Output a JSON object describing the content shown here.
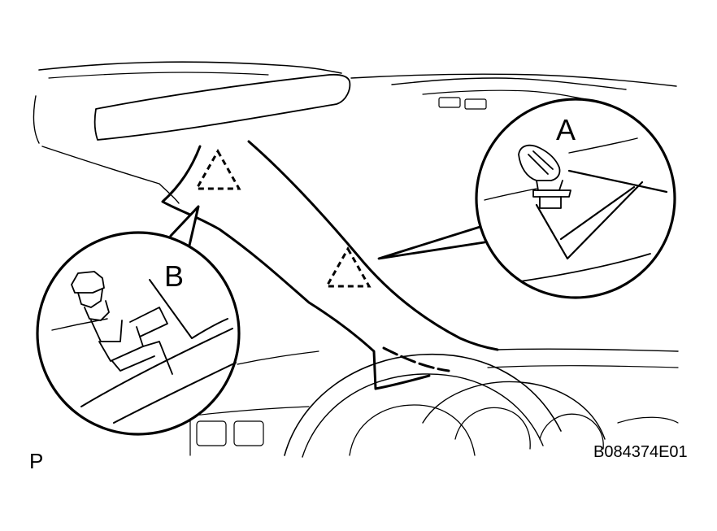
{
  "callouts": {
    "a": {
      "label": "A"
    },
    "b": {
      "label": "B"
    }
  },
  "corner_mark": "P",
  "figure_id": "B084374E01",
  "colors": {
    "ink": "#000000",
    "paper": "#ffffff"
  }
}
